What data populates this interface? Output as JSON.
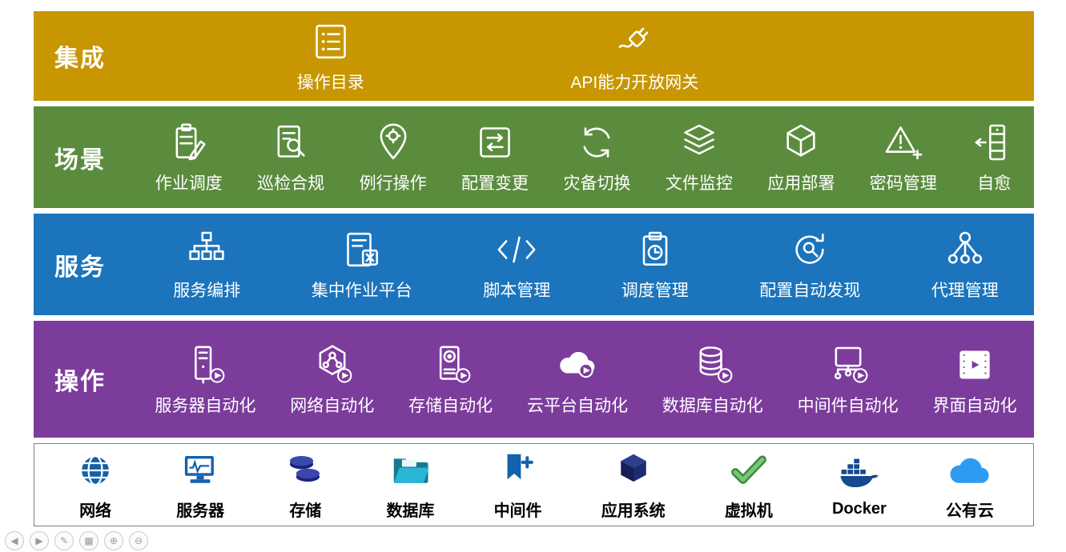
{
  "bands": [
    {
      "id": "integration",
      "label": "集成",
      "color": "#C79600",
      "items": [
        {
          "label": "操作目录",
          "icon": "catalog-icon"
        },
        {
          "label": "API能力开放网关",
          "icon": "api-gateway-icon"
        }
      ]
    },
    {
      "id": "scenarios",
      "label": "场景",
      "color": "#5B8C3E",
      "items": [
        {
          "label": "作业调度",
          "icon": "job-scheduling-icon"
        },
        {
          "label": "巡检合规",
          "icon": "inspection-icon"
        },
        {
          "label": "例行操作",
          "icon": "routine-ops-icon"
        },
        {
          "label": "配置变更",
          "icon": "config-change-icon"
        },
        {
          "label": "灾备切换",
          "icon": "dr-switch-icon"
        },
        {
          "label": "文件监控",
          "icon": "file-monitor-icon"
        },
        {
          "label": "应用部署",
          "icon": "app-deploy-icon"
        },
        {
          "label": "密码管理",
          "icon": "password-icon"
        },
        {
          "label": "自愈",
          "icon": "self-heal-icon"
        }
      ]
    },
    {
      "id": "services",
      "label": "服务",
      "color": "#1B74BC",
      "items": [
        {
          "label": "服务编排",
          "icon": "service-orchestration-icon"
        },
        {
          "label": "集中作业平台",
          "icon": "central-job-platform-icon"
        },
        {
          "label": "脚本管理",
          "icon": "script-mgmt-icon"
        },
        {
          "label": "调度管理",
          "icon": "schedule-mgmt-icon"
        },
        {
          "label": "配置自动发现",
          "icon": "config-discovery-icon"
        },
        {
          "label": "代理管理",
          "icon": "agent-mgmt-icon"
        }
      ]
    },
    {
      "id": "operations",
      "label": "操作",
      "color": "#7C3C9C",
      "items": [
        {
          "label": "服务器自动化",
          "icon": "server-automation-icon"
        },
        {
          "label": "网络自动化",
          "icon": "network-automation-icon"
        },
        {
          "label": "存储自动化",
          "icon": "storage-automation-icon"
        },
        {
          "label": "云平台自动化",
          "icon": "cloud-automation-icon"
        },
        {
          "label": "数据库自动化",
          "icon": "database-automation-icon"
        },
        {
          "label": "中间件自动化",
          "icon": "middleware-automation-icon"
        },
        {
          "label": "界面自动化",
          "icon": "ui-automation-icon"
        }
      ]
    },
    {
      "id": "resources",
      "label": "",
      "color": "#FFFFFF",
      "items": [
        {
          "label": "网络",
          "icon": "resource-network-icon"
        },
        {
          "label": "服务器",
          "icon": "resource-server-icon"
        },
        {
          "label": "存储",
          "icon": "resource-storage-icon"
        },
        {
          "label": "数据库",
          "icon": "resource-database-icon"
        },
        {
          "label": "中间件",
          "icon": "resource-middleware-icon"
        },
        {
          "label": "应用系统",
          "icon": "resource-app-system-icon"
        },
        {
          "label": "虚拟机",
          "icon": "resource-vm-icon"
        },
        {
          "label": "Docker",
          "icon": "resource-docker-icon"
        },
        {
          "label": "公有云",
          "icon": "resource-public-cloud-icon"
        }
      ]
    }
  ],
  "viewer_controls": {
    "items": [
      {
        "name": "prev-page",
        "glyph": "◀"
      },
      {
        "name": "next-page",
        "glyph": "▶"
      },
      {
        "name": "pen-tool",
        "glyph": "✎"
      },
      {
        "name": "slide-grid",
        "glyph": "▦"
      },
      {
        "name": "zoom-in",
        "glyph": "⊕"
      },
      {
        "name": "zoom-out",
        "glyph": "⊖"
      }
    ]
  }
}
